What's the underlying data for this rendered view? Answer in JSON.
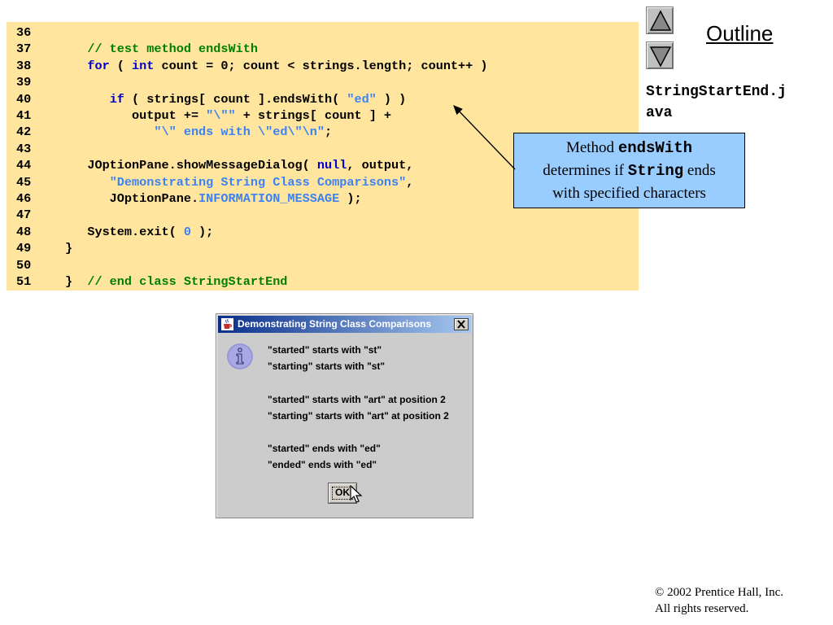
{
  "outline": {
    "label": "Outline"
  },
  "file_name": "StringStartEnd.j\nava",
  "code": [
    {
      "ln": "36",
      "html": ""
    },
    {
      "ln": "37",
      "html": "<span class=\"cm\">   // test method endsWith</span>"
    },
    {
      "ln": "38",
      "html": "   <span class=\"kw\">for</span> ( <span class=\"kw\">int</span> count = 0; count &lt; strings.length; count++ )"
    },
    {
      "ln": "39",
      "html": ""
    },
    {
      "ln": "40",
      "html": "      <span class=\"kw\">if</span> ( strings[ count ].endsWith( <span class=\"st\">\"ed\"</span> ) )"
    },
    {
      "ln": "41",
      "html": "         output += <span class=\"st\">\"\\\"\"</span> + strings[ count ] +"
    },
    {
      "ln": "42",
      "html": "            <span class=\"st\">\"\\\" ends with \\\"ed\\\"\\n\"</span>;"
    },
    {
      "ln": "43",
      "html": ""
    },
    {
      "ln": "44",
      "html": "   JOptionPane.showMessageDialog( <span class=\"kw\">null</span>, output,"
    },
    {
      "ln": "45",
      "html": "      <span class=\"st\">\"Demonstrating String Class Comparisons\"</span>,"
    },
    {
      "ln": "46",
      "html": "      JOptionPane.<span class=\"cs\">INFORMATION_MESSAGE</span> );"
    },
    {
      "ln": "47",
      "html": ""
    },
    {
      "ln": "48",
      "html": "   System.exit( <span class=\"nm\">0</span> );"
    },
    {
      "ln": "49",
      "html": "}"
    },
    {
      "ln": "50",
      "html": ""
    },
    {
      "ln": "51",
      "html": "}  <span class=\"cm\">// end class StringStartEnd</span>"
    }
  ],
  "callout": {
    "pre": "Method ",
    "method": "endsWith",
    "mid": "determines if ",
    "type": "String",
    "post": " ends",
    "last": "with specified characters"
  },
  "dialog": {
    "title": "Demonstrating String Class Comparisons",
    "messages": [
      "\"started\" starts with \"st\"",
      "\"starting\" starts with \"st\"",
      "",
      "\"started\" starts with \"art\" at position 2",
      "\"starting\" starts with \"art\" at position 2",
      "",
      "\"started\" ends with \"ed\"",
      "\"ended\" ends with \"ed\""
    ],
    "ok_label": "OK",
    "close_glyph": "✕"
  },
  "copyright": {
    "line1": "© 2002 Prentice Hall, Inc.",
    "line2": "All rights reserved."
  }
}
